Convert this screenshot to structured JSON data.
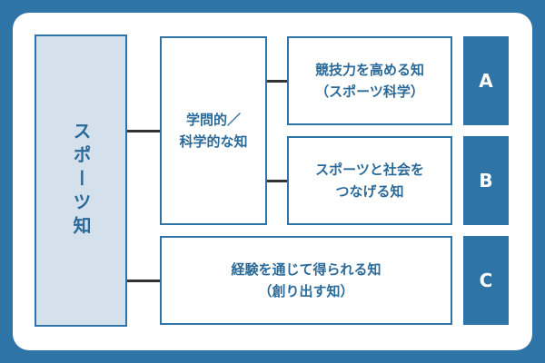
{
  "colors": {
    "frame": "#2f74a6",
    "root_fill": "#d4e1ec",
    "text": "#2b6a98",
    "connector": "#333333"
  },
  "root": {
    "label": "スポーツ知"
  },
  "branch_academic": {
    "line1": "学問的／",
    "line2": "科学的な知"
  },
  "leaf_a": {
    "line1": "競技力を高める知",
    "line2": "（スポーツ科学）"
  },
  "leaf_b": {
    "line1": "スポーツと社会を",
    "line2": "つなげる知"
  },
  "leaf_c": {
    "line1": "経験を通じて得られる知",
    "line2": "（創り出す知）"
  },
  "tags": {
    "a": "A",
    "b": "B",
    "c": "C"
  }
}
